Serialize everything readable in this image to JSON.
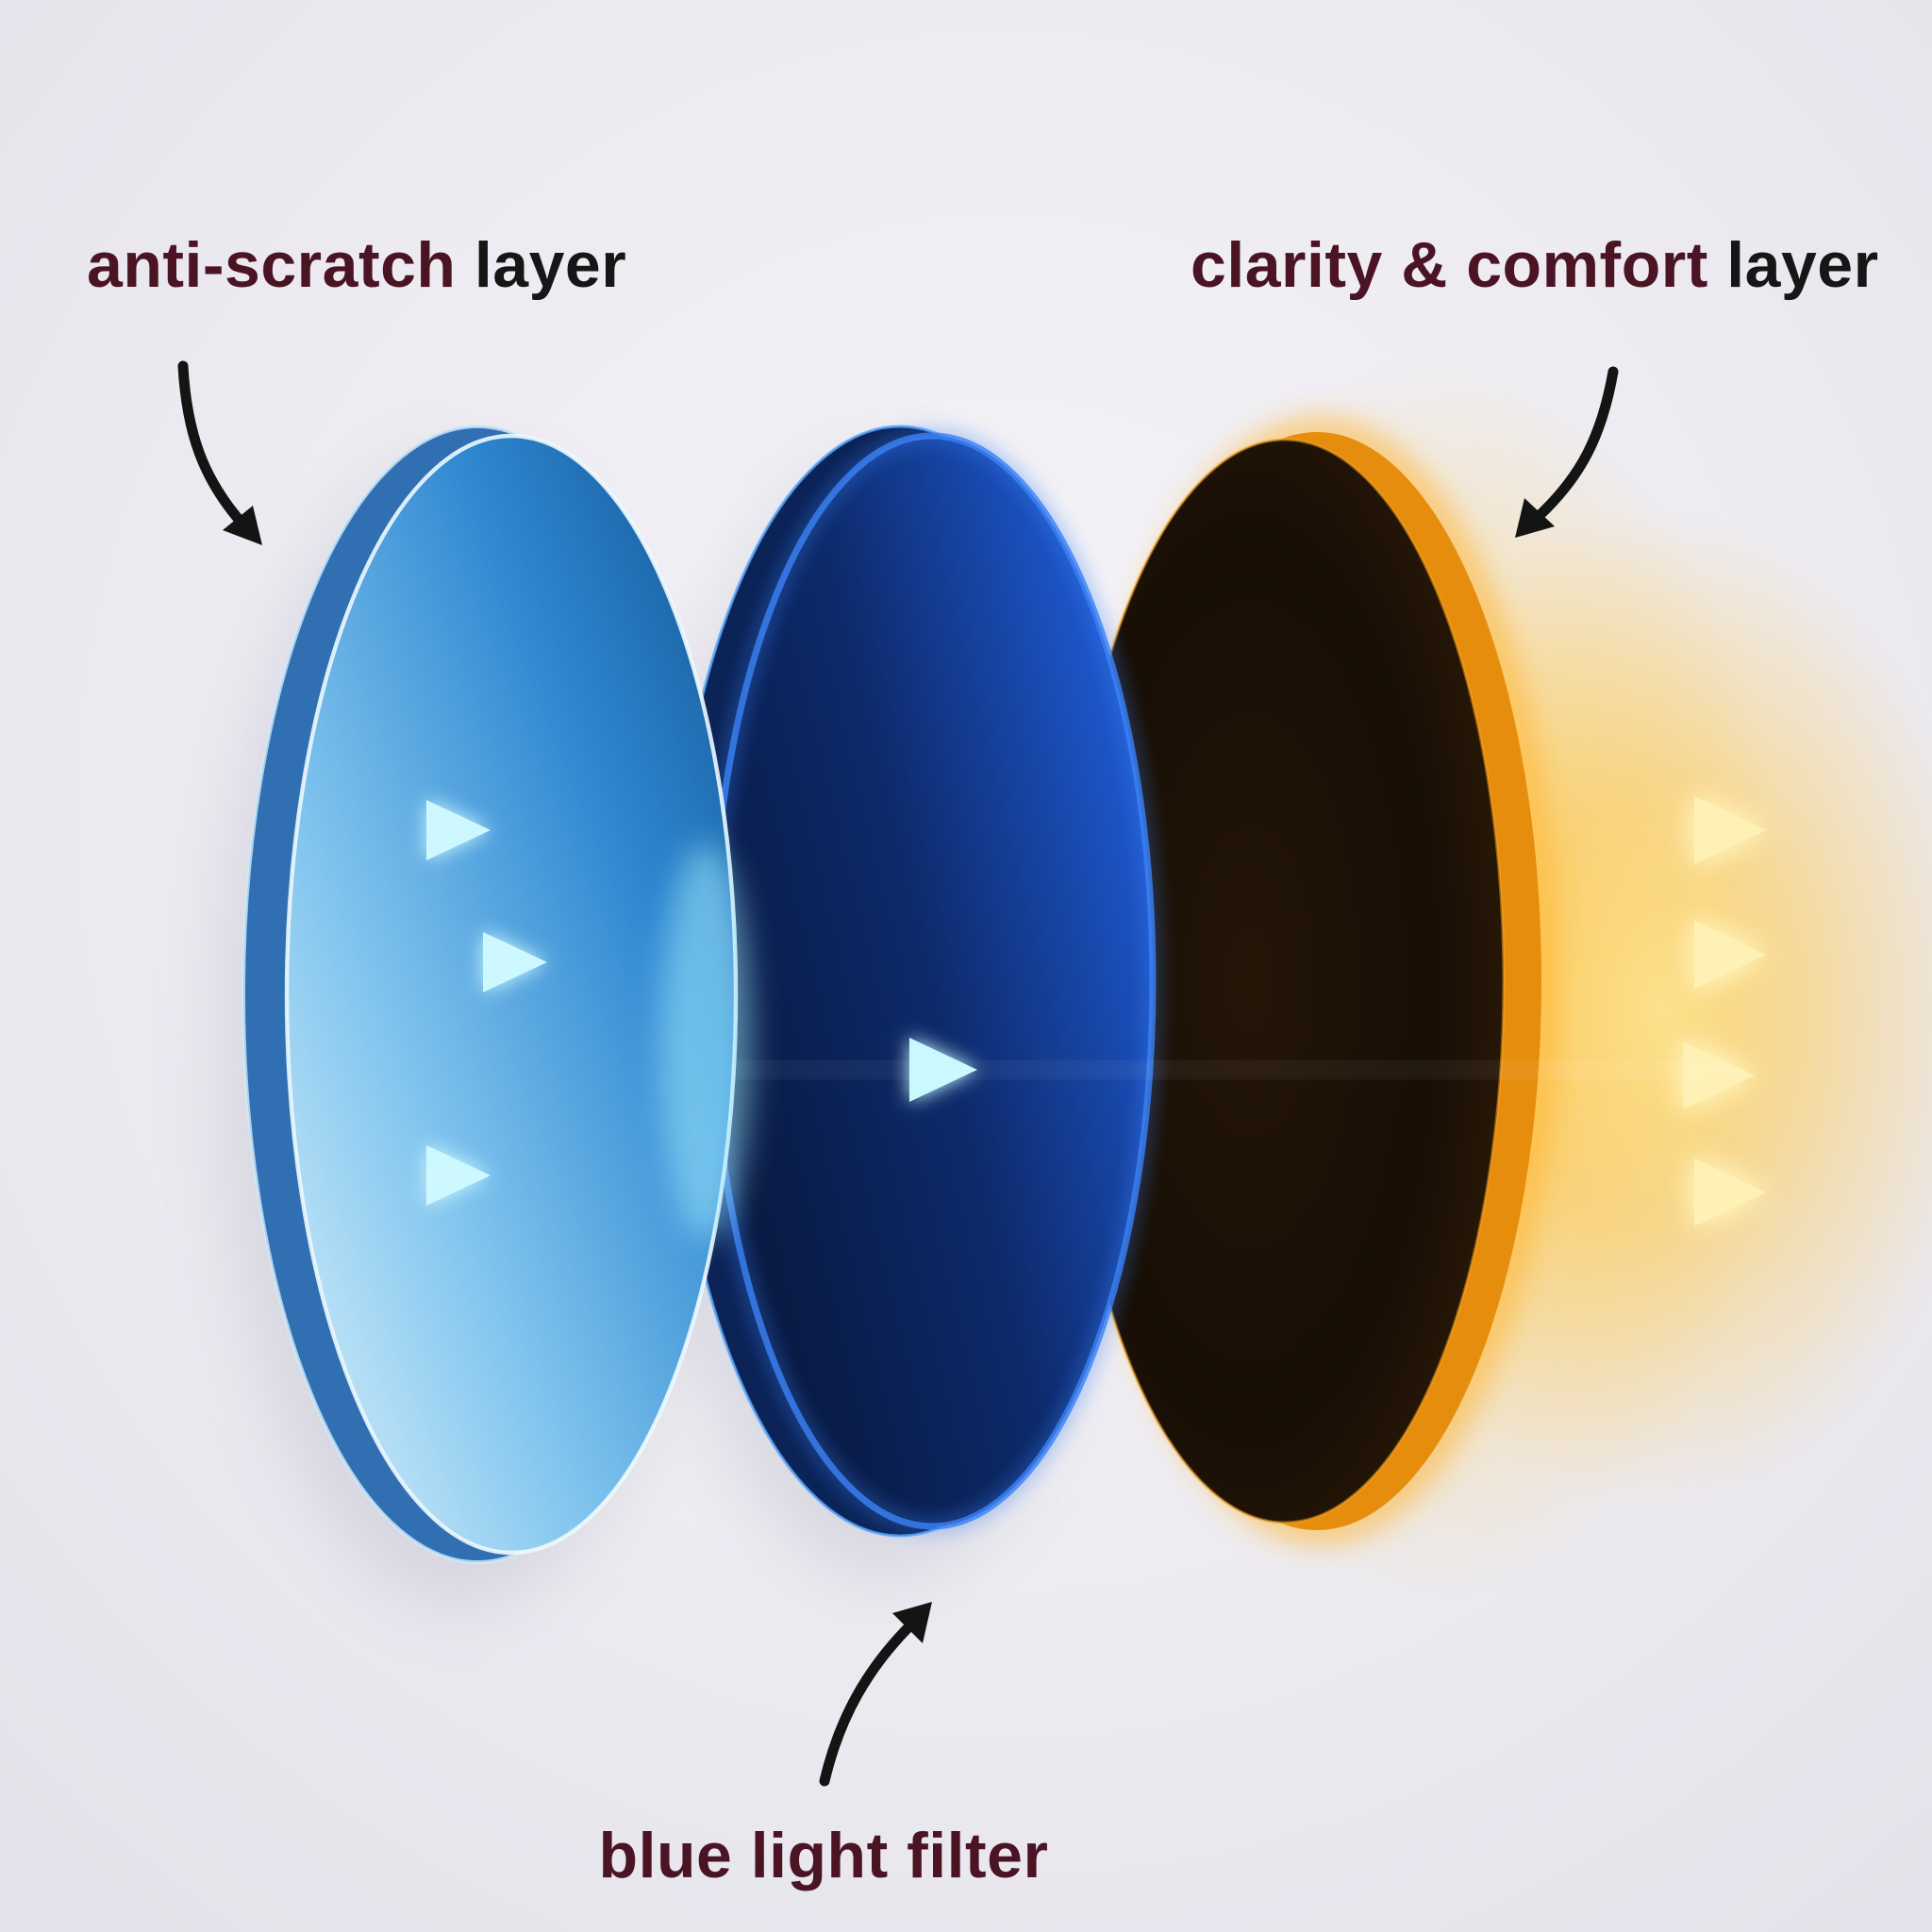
{
  "background_color": "#eceaf0",
  "labels": {
    "anti_scratch": {
      "accent": "anti-scratch",
      "rest": " layer"
    },
    "clarity_comfort": {
      "accent": "clarity & comfort",
      "rest": " layer"
    },
    "blue_light_filter": "blue light filter"
  },
  "colors": {
    "label_accent": "#4a1424",
    "label_dark": "#161616",
    "annotation_arrow": "#141414",
    "lens1_light": "#dff3fc",
    "lens1_deep": "#11518f",
    "lens2_dark": "#081638",
    "lens2_bright": "#2563eb",
    "lens3_body": "#170e05",
    "lens3_rim": "#ef9410",
    "incoming_ray": "#aeefff",
    "outgoing_ray": "#ffd34d"
  },
  "diagram": {
    "lenses": [
      {
        "id": "lens-1",
        "label": "anti-scratch layer"
      },
      {
        "id": "lens-2",
        "label": "blue light filter"
      },
      {
        "id": "lens-3",
        "label": "clarity & comfort layer"
      }
    ],
    "incoming_arrow_count": 3,
    "outgoing_arrow_count": 4
  }
}
